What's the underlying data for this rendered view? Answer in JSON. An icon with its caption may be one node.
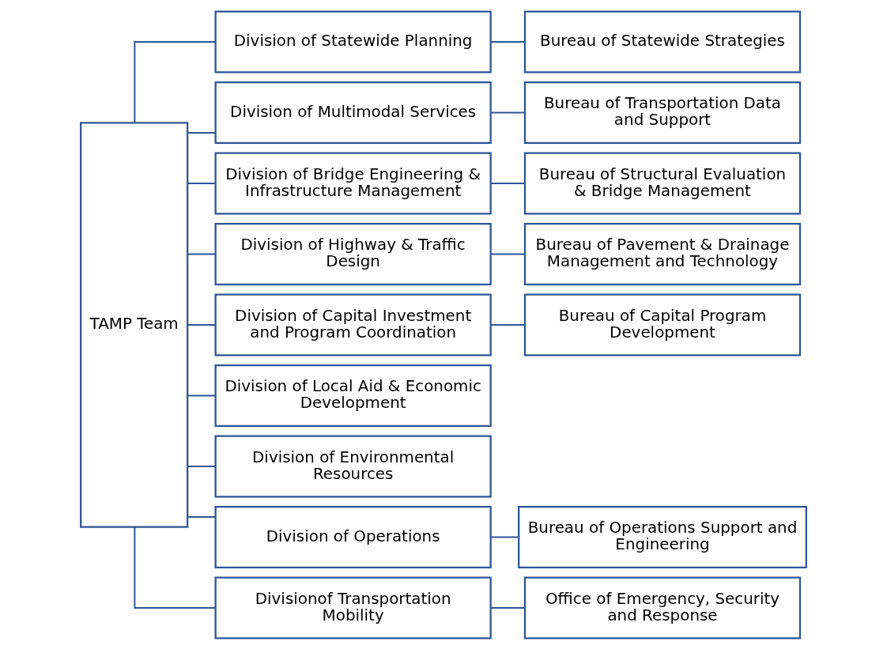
{
  "diagram": {
    "nodes": [
      {
        "text": [
          "TAMP Team"
        ]
      },
      {
        "text": [
          "Division of Statewide Planning"
        ]
      },
      {
        "text": [
          "Bureau of Statewide Strategies"
        ]
      },
      {
        "text": [
          "Division of Multimodal Services"
        ]
      },
      {
        "text": [
          "Bureau of Transportation Data and Support"
        ]
      },
      {
        "text": [
          "Division of Bridge Engineering & Infrastructure Management"
        ]
      },
      {
        "text": [
          "Bureau of Structural Evaluation & Bridge Management"
        ]
      },
      {
        "text": [
          "Division of Highway & Traffic Design"
        ]
      },
      {
        "text": [
          "Bureau of Pavement & Drainage Management and Technology"
        ]
      },
      {
        "text": [
          "Division of Capital Investment and Program Coordination"
        ]
      },
      {
        "text": [
          "Bureau of Capital Program Development"
        ]
      },
      {
        "text": [
          "Division of Local Aid & Economic Development"
        ]
      },
      {
        "text": [
          "Division of Environmental Resources"
        ]
      },
      {
        "text": [
          "Division of Operations"
        ]
      },
      {
        "text": [
          "Bureau of Operations Support and Engineering"
        ]
      },
      {
        "text": [
          "Divisionof Transportation Mobility"
        ]
      },
      {
        "text": [
          "Office of Emergency, Security and Response"
        ]
      }
    ],
    "edges": [
      {
        "from": 0,
        "to": 1,
        "arrow": "none"
      },
      {
        "from": 0,
        "to": 3,
        "arrow": "none"
      },
      {
        "from": 0,
        "to": 5,
        "arrow": "none"
      },
      {
        "from": 0,
        "to": 7,
        "arrow": "none"
      },
      {
        "from": 0,
        "to": 9,
        "arrow": "none"
      },
      {
        "from": 0,
        "to": 11,
        "arrow": "none"
      },
      {
        "from": 0,
        "to": 12,
        "arrow": "none"
      },
      {
        "from": 0,
        "to": 13,
        "arrow": "none"
      },
      {
        "from": 0,
        "to": 15,
        "arrow": "none"
      },
      {
        "from": 1,
        "to": 2,
        "arrow": "none"
      },
      {
        "from": 3,
        "to": 4,
        "arrow": "none"
      },
      {
        "from": 5,
        "to": 6,
        "arrow": "none"
      },
      {
        "from": 7,
        "to": 8,
        "arrow": "none"
      },
      {
        "from": 9,
        "to": 10,
        "arrow": "none"
      },
      {
        "from": 13,
        "to": 14,
        "arrow": "none"
      },
      {
        "from": 15,
        "to": 16,
        "arrow": "none"
      }
    ]
  }
}
